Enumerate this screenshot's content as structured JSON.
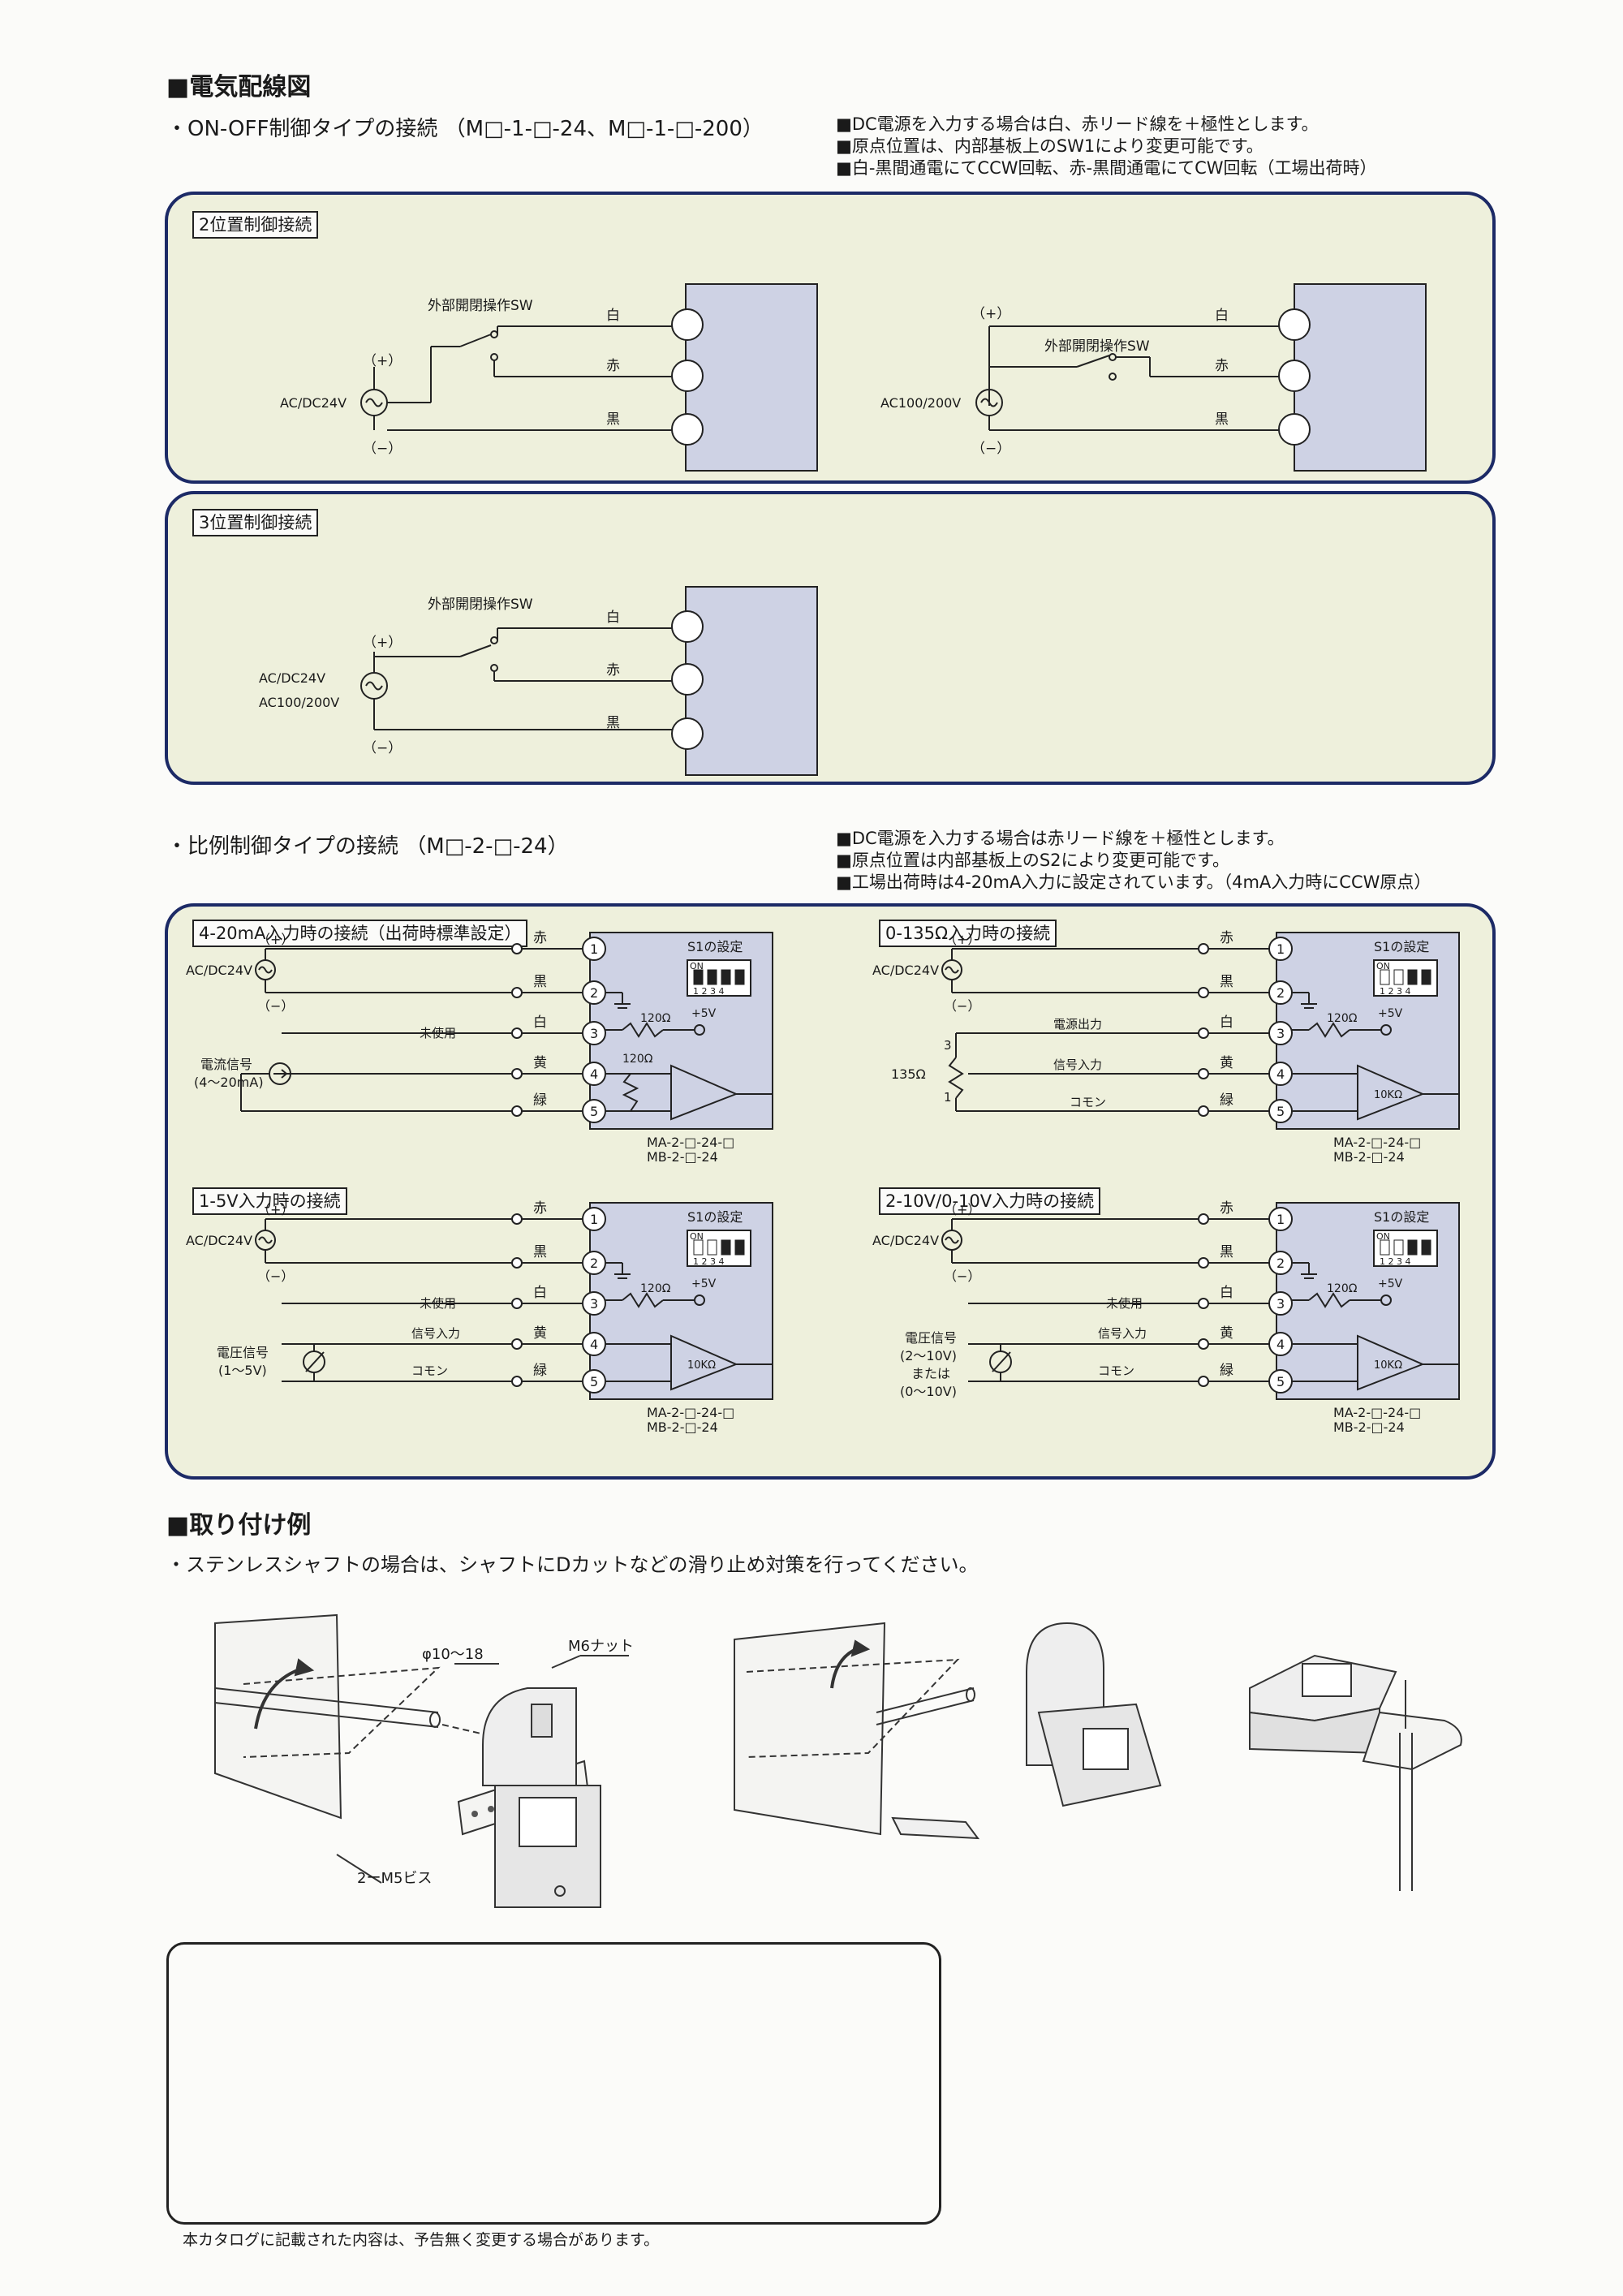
{
  "section1": {
    "title": "■電気配線図",
    "onoff_heading": "・ON-OFF制御タイプの接続 （M□-1-□-24、M□-1-□-200）",
    "onoff_notes": [
      "■DC電源を入力する場合は白、赤リード線を＋極性とします。",
      "■原点位置は、内部基板上のSW1により変更可能です。",
      "■白-黒間通電にてCCW回転、赤-黒間通電にてCW回転（工場出荷時）"
    ],
    "two_pos_title": "2位置制御接続",
    "three_pos_title": "3位置制御接続",
    "prop_heading": "・比例制御タイプの接続 （M□-2-□-24）",
    "prop_notes": [
      "■DC電源を入力する場合は赤リード線を＋極性とします。",
      "■原点位置は内部基板上のS2により変更可能です。",
      "■工場出荷時は4-20mA入力に設定されています。（4mA入力時にCCW原点）"
    ],
    "p1_title": "4-20mA入力時の接続（出荷時標準設定）",
    "p2_title": "0-135Ω入力時の接続",
    "p3_title": "1-5V入力時の接続",
    "p4_title": "2-10V/0-10V入力時の接続"
  },
  "labels": {
    "plus": "（+）",
    "minus": "（−）",
    "sw": "外部開閉操作SW",
    "white": "白",
    "red": "赤",
    "black": "黒",
    "yellow": "黄",
    "green": "緑",
    "acdc24": "AC/DC24V",
    "ac100": "AC100/200V",
    "s1": "S1の設定",
    "on": "ON",
    "dip_nums": "1 2 3 4",
    "r120": "120Ω",
    "v5": "+5V",
    "k10": "10KΩ",
    "unused": "未使用",
    "current_signal": "電流信号",
    "current_range": "(4～20mA)",
    "power_out": "電源出力",
    "signal_in": "信号入力",
    "common": "コモン",
    "ohm135": "135Ω",
    "n3": "3",
    "n1": "1",
    "voltage_signal": "電圧信号",
    "v15": "(1～5V)",
    "v210": "(2～10V)",
    "or": "または",
    "v010": "(0～10V)",
    "model_a": "MA-2-□-24-□",
    "model_b": "MB-2-□-24",
    "t1": "1",
    "t2": "2",
    "t3": "3",
    "t4": "4",
    "t5": "5"
  },
  "section2": {
    "title": "■取り付け例",
    "note": "・ステンレスシャフトの場合は、シャフトにDカットなどの滑り止め対策を行ってください。",
    "shaft": "φ10～18",
    "nut": "M6ナット",
    "screw": "2ーM5ビス"
  },
  "footer": "本カタログに記載された内容は、予告無く変更する場合があります。"
}
